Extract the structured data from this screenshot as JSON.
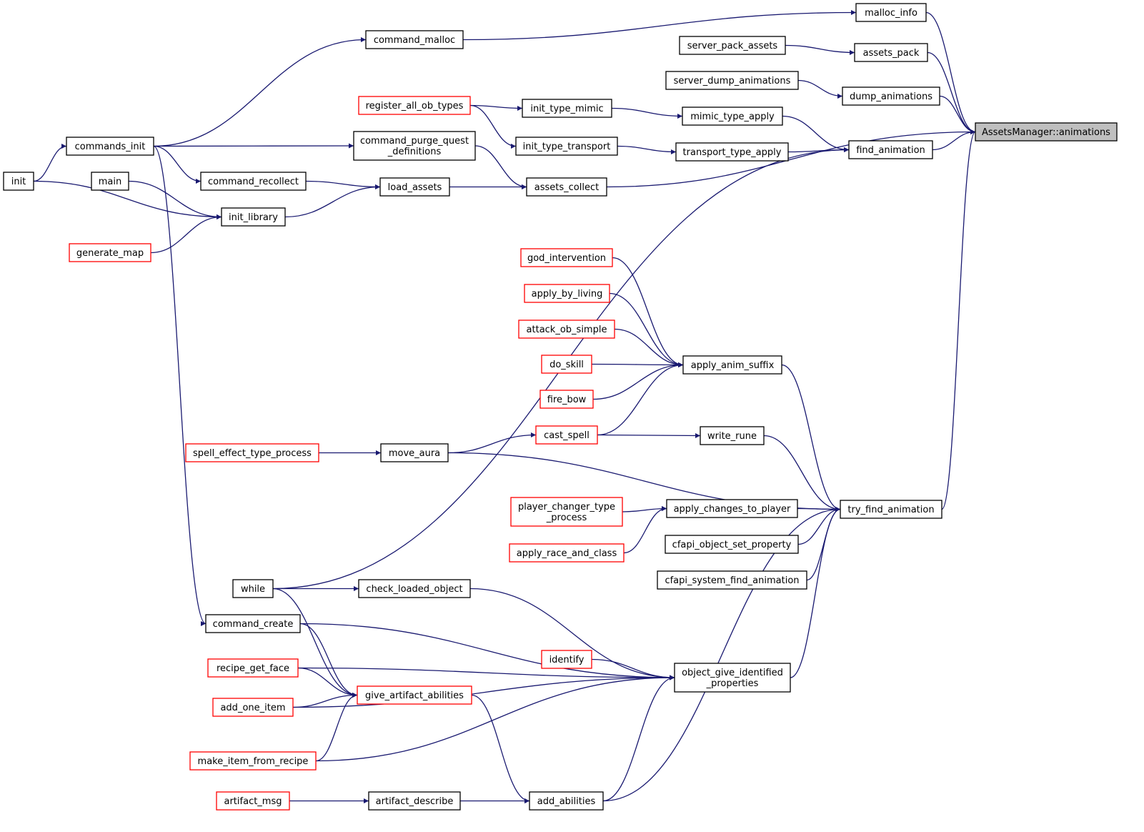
{
  "graph": {
    "edge_color": "#191970",
    "root_fill": "#bfbfbf",
    "truncated_border": "#ff0000",
    "nodes": [
      {
        "id": "animations",
        "lines": [
          "AssetsManager::animations"
        ],
        "style": "root"
      },
      {
        "id": "malloc_info",
        "lines": [
          "malloc_info"
        ],
        "style": "normal"
      },
      {
        "id": "assets_pack",
        "lines": [
          "assets_pack"
        ],
        "style": "normal"
      },
      {
        "id": "dump_animations",
        "lines": [
          "dump_animations"
        ],
        "style": "normal"
      },
      {
        "id": "find_animation",
        "lines": [
          "find_animation"
        ],
        "style": "normal"
      },
      {
        "id": "try_find_animation",
        "lines": [
          "try_find_animation"
        ],
        "style": "normal"
      },
      {
        "id": "command_malloc",
        "lines": [
          "command_malloc"
        ],
        "style": "normal"
      },
      {
        "id": "server_pack_assets",
        "lines": [
          "server_pack_assets"
        ],
        "style": "normal"
      },
      {
        "id": "server_dump_animations",
        "lines": [
          "server_dump_animations"
        ],
        "style": "normal"
      },
      {
        "id": "register_all_ob_types",
        "lines": [
          "register_all_ob_types"
        ],
        "style": "truncated"
      },
      {
        "id": "init_type_mimic",
        "lines": [
          "init_type_mimic"
        ],
        "style": "normal"
      },
      {
        "id": "mimic_type_apply",
        "lines": [
          "mimic_type_apply"
        ],
        "style": "normal"
      },
      {
        "id": "init_type_transport",
        "lines": [
          "init_type_transport"
        ],
        "style": "normal"
      },
      {
        "id": "transport_type_apply",
        "lines": [
          "transport_type_apply"
        ],
        "style": "normal"
      },
      {
        "id": "commands_init",
        "lines": [
          "commands_init"
        ],
        "style": "normal"
      },
      {
        "id": "command_purge",
        "lines": [
          "command_purge_quest",
          "_definitions"
        ],
        "style": "normal"
      },
      {
        "id": "init",
        "lines": [
          "init"
        ],
        "style": "normal"
      },
      {
        "id": "main",
        "lines": [
          "main"
        ],
        "style": "normal"
      },
      {
        "id": "command_recollect",
        "lines": [
          "command_recollect"
        ],
        "style": "normal"
      },
      {
        "id": "load_assets",
        "lines": [
          "load_assets"
        ],
        "style": "normal"
      },
      {
        "id": "assets_collect",
        "lines": [
          "assets_collect"
        ],
        "style": "normal"
      },
      {
        "id": "init_library",
        "lines": [
          "init_library"
        ],
        "style": "normal"
      },
      {
        "id": "generate_map",
        "lines": [
          "generate_map"
        ],
        "style": "truncated"
      },
      {
        "id": "god_intervention",
        "lines": [
          "god_intervention"
        ],
        "style": "truncated"
      },
      {
        "id": "apply_by_living",
        "lines": [
          "apply_by_living"
        ],
        "style": "truncated"
      },
      {
        "id": "attack_ob_simple",
        "lines": [
          "attack_ob_simple"
        ],
        "style": "truncated"
      },
      {
        "id": "do_skill",
        "lines": [
          "do_skill"
        ],
        "style": "truncated"
      },
      {
        "id": "apply_anim_suffix",
        "lines": [
          "apply_anim_suffix"
        ],
        "style": "normal"
      },
      {
        "id": "fire_bow",
        "lines": [
          "fire_bow"
        ],
        "style": "truncated"
      },
      {
        "id": "cast_spell",
        "lines": [
          "cast_spell"
        ],
        "style": "truncated"
      },
      {
        "id": "write_rune",
        "lines": [
          "write_rune"
        ],
        "style": "normal"
      },
      {
        "id": "spell_effect_type_process",
        "lines": [
          "spell_effect_type_process"
        ],
        "style": "truncated"
      },
      {
        "id": "move_aura",
        "lines": [
          "move_aura"
        ],
        "style": "normal"
      },
      {
        "id": "player_changer",
        "lines": [
          "player_changer_type",
          "_process"
        ],
        "style": "truncated"
      },
      {
        "id": "apply_changes_to_player",
        "lines": [
          "apply_changes_to_player"
        ],
        "style": "normal"
      },
      {
        "id": "apply_race_and_class",
        "lines": [
          "apply_race_and_class"
        ],
        "style": "truncated"
      },
      {
        "id": "cfapi_object_set_property",
        "lines": [
          "cfapi_object_set_property"
        ],
        "style": "normal"
      },
      {
        "id": "cfapi_system_find_animation",
        "lines": [
          "cfapi_system_find_animation"
        ],
        "style": "normal"
      },
      {
        "id": "while",
        "lines": [
          "while"
        ],
        "style": "normal"
      },
      {
        "id": "check_loaded_object",
        "lines": [
          "check_loaded_object"
        ],
        "style": "normal"
      },
      {
        "id": "command_create",
        "lines": [
          "command_create"
        ],
        "style": "normal"
      },
      {
        "id": "identify",
        "lines": [
          "identify"
        ],
        "style": "truncated"
      },
      {
        "id": "recipe_get_face",
        "lines": [
          "recipe_get_face"
        ],
        "style": "truncated"
      },
      {
        "id": "object_give_identified",
        "lines": [
          "object_give_identified",
          "_properties"
        ],
        "style": "normal"
      },
      {
        "id": "give_artifact_abilities",
        "lines": [
          "give_artifact_abilities"
        ],
        "style": "truncated"
      },
      {
        "id": "add_one_item",
        "lines": [
          "add_one_item"
        ],
        "style": "truncated"
      },
      {
        "id": "make_item_from_recipe",
        "lines": [
          "make_item_from_recipe"
        ],
        "style": "truncated"
      },
      {
        "id": "artifact_msg",
        "lines": [
          "artifact_msg"
        ],
        "style": "truncated"
      },
      {
        "id": "artifact_describe",
        "lines": [
          "artifact_describe"
        ],
        "style": "normal"
      },
      {
        "id": "add_abilities",
        "lines": [
          "add_abilities"
        ],
        "style": "normal"
      }
    ],
    "edges": [
      {
        "from": "malloc_info",
        "to": "animations"
      },
      {
        "from": "assets_pack",
        "to": "animations"
      },
      {
        "from": "dump_animations",
        "to": "animations"
      },
      {
        "from": "find_animation",
        "to": "animations"
      },
      {
        "from": "assets_collect",
        "to": "animations"
      },
      {
        "from": "try_find_animation",
        "to": "animations"
      },
      {
        "from": "command_malloc",
        "to": "malloc_info"
      },
      {
        "from": "server_pack_assets",
        "to": "assets_pack"
      },
      {
        "from": "server_dump_animations",
        "to": "dump_animations"
      },
      {
        "from": "mimic_type_apply",
        "to": "find_animation"
      },
      {
        "from": "transport_type_apply",
        "to": "find_animation"
      },
      {
        "from": "while",
        "to": "find_animation"
      },
      {
        "from": "register_all_ob_types",
        "to": "init_type_mimic"
      },
      {
        "from": "init_type_mimic",
        "to": "mimic_type_apply"
      },
      {
        "from": "register_all_ob_types",
        "to": "init_type_transport"
      },
      {
        "from": "init_type_transport",
        "to": "transport_type_apply"
      },
      {
        "from": "commands_init",
        "to": "command_malloc"
      },
      {
        "from": "commands_init",
        "to": "command_purge"
      },
      {
        "from": "commands_init",
        "to": "command_recollect"
      },
      {
        "from": "commands_init",
        "to": "command_create"
      },
      {
        "from": "init",
        "to": "commands_init"
      },
      {
        "from": "init",
        "to": "init_library"
      },
      {
        "from": "main",
        "to": "init_library"
      },
      {
        "from": "generate_map",
        "to": "init_library"
      },
      {
        "from": "command_purge",
        "to": "assets_collect"
      },
      {
        "from": "command_recollect",
        "to": "load_assets"
      },
      {
        "from": "init_library",
        "to": "load_assets"
      },
      {
        "from": "load_assets",
        "to": "assets_collect"
      },
      {
        "from": "god_intervention",
        "to": "apply_anim_suffix"
      },
      {
        "from": "apply_by_living",
        "to": "apply_anim_suffix"
      },
      {
        "from": "attack_ob_simple",
        "to": "apply_anim_suffix"
      },
      {
        "from": "do_skill",
        "to": "apply_anim_suffix"
      },
      {
        "from": "fire_bow",
        "to": "apply_anim_suffix"
      },
      {
        "from": "cast_spell",
        "to": "apply_anim_suffix"
      },
      {
        "from": "cast_spell",
        "to": "write_rune"
      },
      {
        "from": "move_aura",
        "to": "cast_spell"
      },
      {
        "from": "spell_effect_type_process",
        "to": "move_aura"
      },
      {
        "from": "apply_anim_suffix",
        "to": "try_find_animation"
      },
      {
        "from": "write_rune",
        "to": "try_find_animation"
      },
      {
        "from": "move_aura",
        "to": "try_find_animation"
      },
      {
        "from": "apply_changes_to_player",
        "to": "try_find_animation"
      },
      {
        "from": "cfapi_object_set_property",
        "to": "try_find_animation"
      },
      {
        "from": "cfapi_system_find_animation",
        "to": "try_find_animation"
      },
      {
        "from": "object_give_identified",
        "to": "try_find_animation"
      },
      {
        "from": "add_abilities",
        "to": "try_find_animation"
      },
      {
        "from": "player_changer",
        "to": "apply_changes_to_player"
      },
      {
        "from": "apply_race_and_class",
        "to": "apply_changes_to_player"
      },
      {
        "from": "while",
        "to": "check_loaded_object"
      },
      {
        "from": "while",
        "to": "give_artifact_abilities"
      },
      {
        "from": "check_loaded_object",
        "to": "object_give_identified"
      },
      {
        "from": "command_create",
        "to": "object_give_identified"
      },
      {
        "from": "command_create",
        "to": "give_artifact_abilities"
      },
      {
        "from": "identify",
        "to": "object_give_identified"
      },
      {
        "from": "recipe_get_face",
        "to": "object_give_identified"
      },
      {
        "from": "recipe_get_face",
        "to": "give_artifact_abilities"
      },
      {
        "from": "add_one_item",
        "to": "give_artifact_abilities"
      },
      {
        "from": "add_one_item",
        "to": "object_give_identified"
      },
      {
        "from": "make_item_from_recipe",
        "to": "give_artifact_abilities"
      },
      {
        "from": "make_item_from_recipe",
        "to": "object_give_identified"
      },
      {
        "from": "give_artifact_abilities",
        "to": "add_abilities"
      },
      {
        "from": "artifact_msg",
        "to": "artifact_describe"
      },
      {
        "from": "artifact_describe",
        "to": "add_abilities"
      },
      {
        "from": "add_abilities",
        "to": "object_give_identified"
      }
    ]
  }
}
